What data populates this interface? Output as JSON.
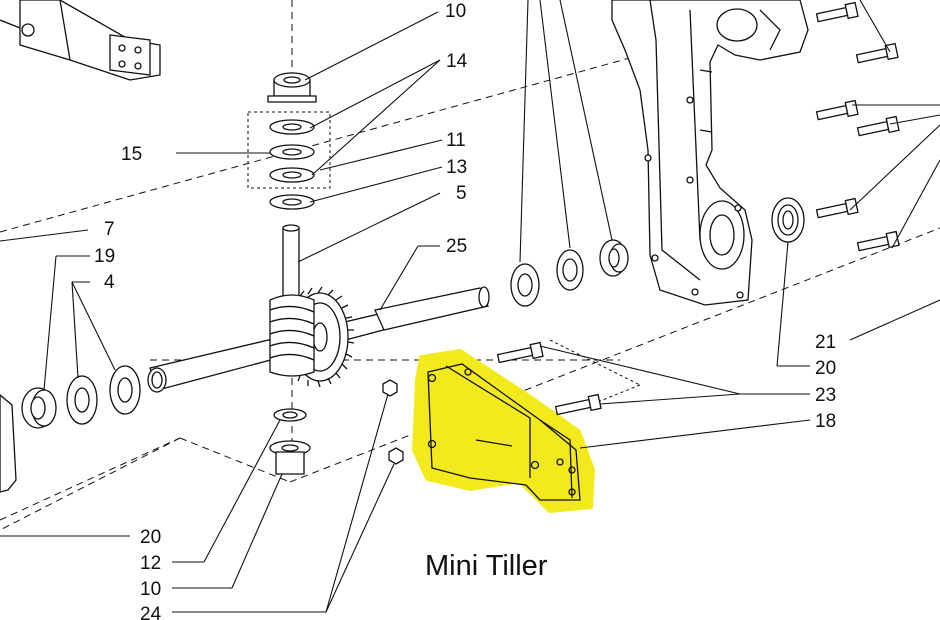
{
  "diagram": {
    "title": "Mini Tiller",
    "highlight_color": "#f2ea1d",
    "labels": {
      "l10_top": "10",
      "l14": "14",
      "l15": "15",
      "l11": "11",
      "l13": "13",
      "l5": "5",
      "l25": "25",
      "l7": "7",
      "l19": "19",
      "l4": "4",
      "l21": "21",
      "l20_right": "20",
      "l23": "23",
      "l18": "18",
      "l20_left": "20",
      "l12": "12",
      "l10_bottom": "10",
      "l24": "24"
    }
  }
}
